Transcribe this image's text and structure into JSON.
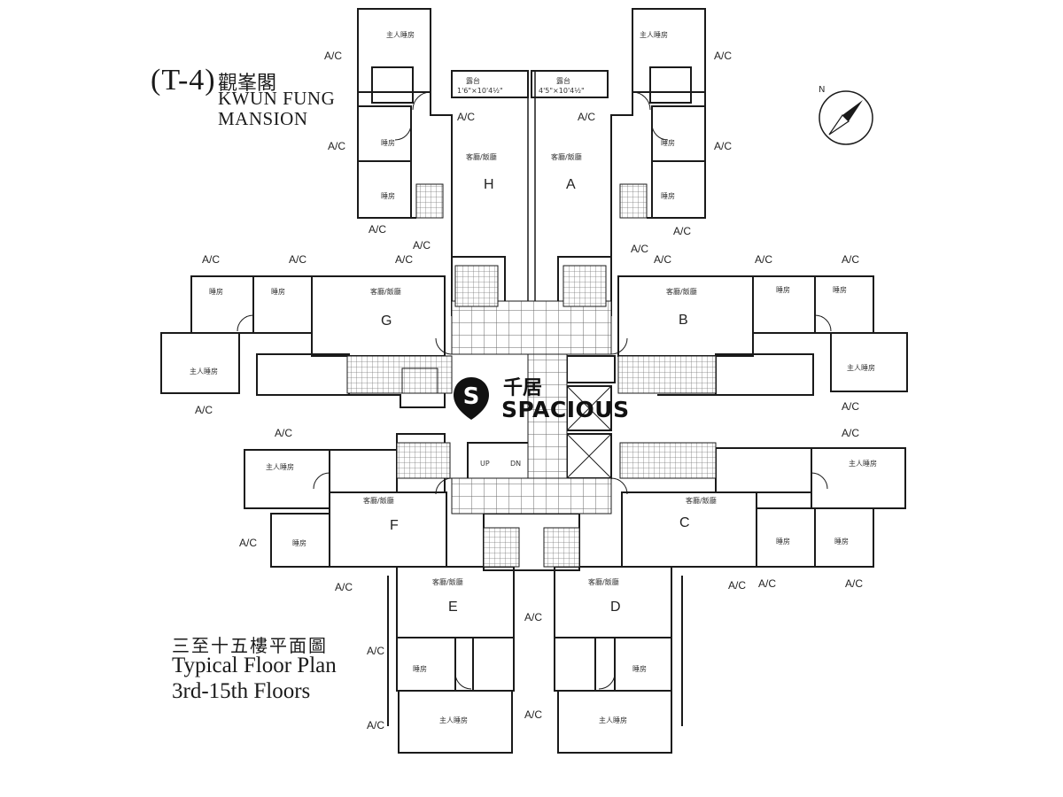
{
  "title": {
    "tower_code": "(T-4)",
    "name_cn": "觀峯閣",
    "name_en_line1": "KWUN FUNG",
    "name_en_line2": "MANSION"
  },
  "floor_plan_label": {
    "cn": "三至十五樓平面圖",
    "en_line1": "Typical Floor Plan",
    "en_line2": "3rd-15th Floors"
  },
  "units": [
    "H",
    "A",
    "B",
    "C",
    "D",
    "E",
    "F",
    "G"
  ],
  "labels": {
    "ac": "A/C",
    "master_bedroom": "主人睡房",
    "bedroom": "睡房",
    "living_dining": "客廳/飯廳",
    "balcony": "露台",
    "balcony_dim_left": "1'6\"×10'4½\"",
    "balcony_dim_right": "4'5\"×10'4½\"",
    "up": "UP",
    "dn": "DN"
  },
  "compass": {
    "north_label": "N"
  },
  "watermark": {
    "cn": "千居",
    "en": "SPACIOUS"
  },
  "colors": {
    "line": "#1a1a1a",
    "tile": "#8a8a8a",
    "watermark": "#111111"
  }
}
